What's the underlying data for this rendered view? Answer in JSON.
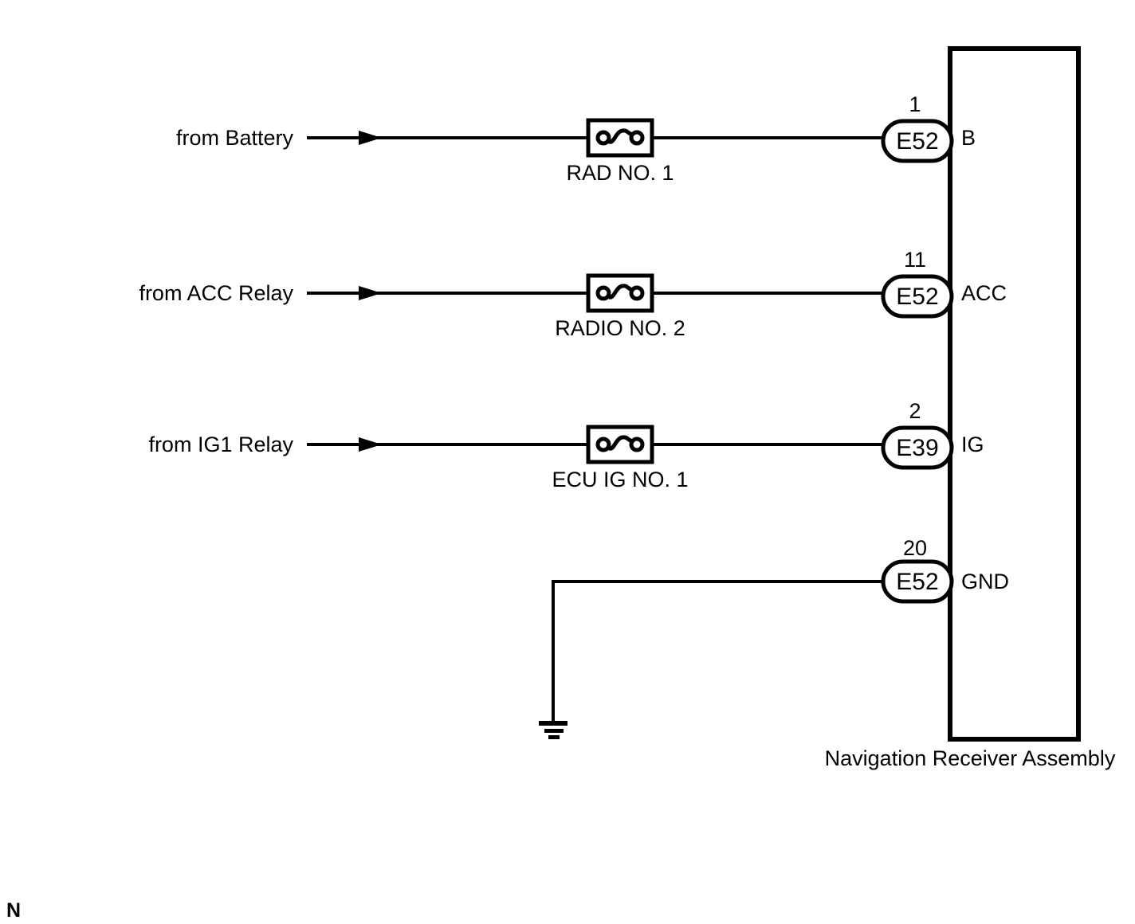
{
  "diagram": {
    "component_title": "Navigation Receiver Assembly",
    "page_marker": "N",
    "colors": {
      "line": "#000000",
      "background": "#ffffff"
    },
    "rows": [
      {
        "source": "from Battery",
        "fuse": "RAD NO. 1",
        "connector": "E52",
        "pin": "1",
        "terminal": "B"
      },
      {
        "source": "from ACC Relay",
        "fuse": "RADIO NO. 2",
        "connector": "E52",
        "pin": "11",
        "terminal": "ACC"
      },
      {
        "source": "from IG1 Relay",
        "fuse": "ECU IG NO. 1",
        "connector": "E39",
        "pin": "2",
        "terminal": "IG"
      },
      {
        "connector": "E52",
        "pin": "20",
        "terminal": "GND",
        "ground": "true"
      }
    ]
  }
}
